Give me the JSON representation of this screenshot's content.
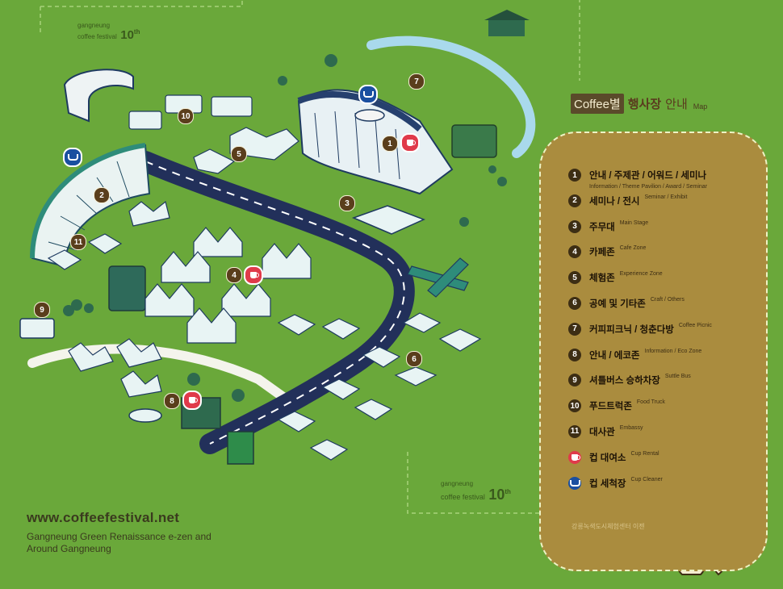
{
  "festival_label": {
    "line1": "gangneung",
    "line2": "coffee festival",
    "edition": "10",
    "suffix": "th"
  },
  "website": "www.coffeefestival.net",
  "description": "Gangneung Green Renaissance e-zen and Around Gangneung",
  "legend_title": {
    "coffee": "Coffee별",
    "highlight": "행사장",
    "rest": "안내",
    "map": "Map"
  },
  "legend_items": [
    {
      "num": "1",
      "ko": "안내 / 주제관 / 어워드 / 세미나",
      "en": "Information / Theme Pavilion / Award / Seminar"
    },
    {
      "num": "2",
      "ko": "세미나 / 전시",
      "en": "Seminar / Exhibit"
    },
    {
      "num": "3",
      "ko": "주무대",
      "en": "Main Stage"
    },
    {
      "num": "4",
      "ko": "카페존",
      "en": "Cafe Zone"
    },
    {
      "num": "5",
      "ko": "체험존",
      "en": "Experience Zone"
    },
    {
      "num": "6",
      "ko": "공예 및 기타존",
      "en": "Craft / Others"
    },
    {
      "num": "7",
      "ko": "커피피크닉 / 청춘다방",
      "en": "Coffee Picnic"
    },
    {
      "num": "8",
      "ko": "안내 / 에코존",
      "en": "Information / Eco Zone"
    },
    {
      "num": "9",
      "ko": "셔틀버스 승하차장",
      "en": "Suttle Bus"
    },
    {
      "num": "10",
      "ko": "푸드트럭존",
      "en": "Food Truck"
    },
    {
      "num": "11",
      "ko": "대사관",
      "en": "Embassy"
    },
    {
      "num": "cup",
      "ko": "컵 대여소",
      "en": "Cup Rental"
    },
    {
      "num": "wash",
      "ko": "컵 세척장",
      "en": "Cup Cleaner"
    }
  ],
  "credit": "강릉녹색도시체험센터 이젠",
  "colors": {
    "grass": "#6aa83a",
    "legend_bg": "#aa8c3e",
    "road": "#22305a",
    "cup": "#e03a4a",
    "wash": "#1a4fa0",
    "marker": "#5a3e1c"
  }
}
